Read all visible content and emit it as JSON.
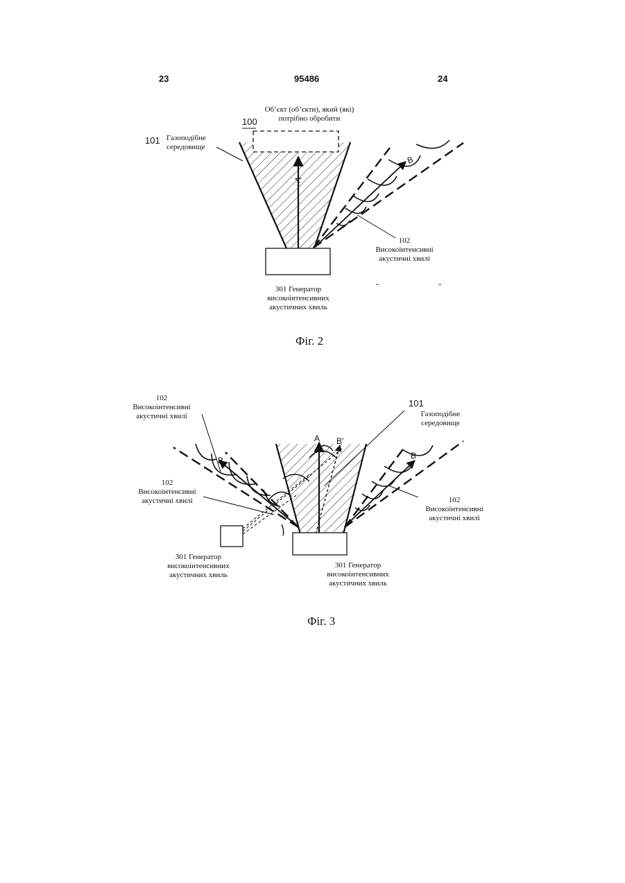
{
  "header": {
    "page_left": "23",
    "patent_number": "95486",
    "page_right": "24"
  },
  "fig2": {
    "object_ref": "100",
    "object_label_line1": "Об’єкт (об’єкти), який (які)",
    "object_label_line2": "потрібно обробити",
    "medium_ref": "101",
    "medium_label_line1": "Газоподібне",
    "medium_label_line2": "середовище",
    "waves_ref": "102",
    "waves_label_line1": "Високоінтенсивні",
    "waves_label_line2": "акустичні хвилі",
    "generator_line1": "301 Генератор",
    "generator_line2": "високоінтенсивних",
    "generator_line3": "акустичних хвиль",
    "arrow_a": "A",
    "arrow_b": "B",
    "caption": "Фіг. 2"
  },
  "fig3": {
    "medium_ref": "101",
    "medium_label_line1": "Газоподібне",
    "medium_label_line2": "середовище",
    "waves_top_left_ref": "102",
    "waves_top_left_line1": "Високоінтенсивні",
    "waves_top_left_line2": "акустичні хвилі",
    "waves_mid_left_ref": "102",
    "waves_mid_left_line1": "Високоінтенсивні",
    "waves_mid_left_line2": "акустичні хвилі",
    "waves_right_ref": "102",
    "waves_right_line1": "Високоінтенсивні",
    "waves_right_line2": "акустичні хвилі",
    "generator_left_line1": "301 Генератор",
    "generator_left_line2": "високоінтенсивних",
    "generator_left_line3": "акустичних хвиль",
    "generator_right_line1": "301 Генератор",
    "generator_right_line2": "високоінтенсивних",
    "generator_right_line3": "акустичних хвиль",
    "arrow_a": "A",
    "arrow_b_prime": "B’",
    "arrow_b_left": "B",
    "arrow_b_right": "B",
    "caption": "Фіг. 3"
  }
}
